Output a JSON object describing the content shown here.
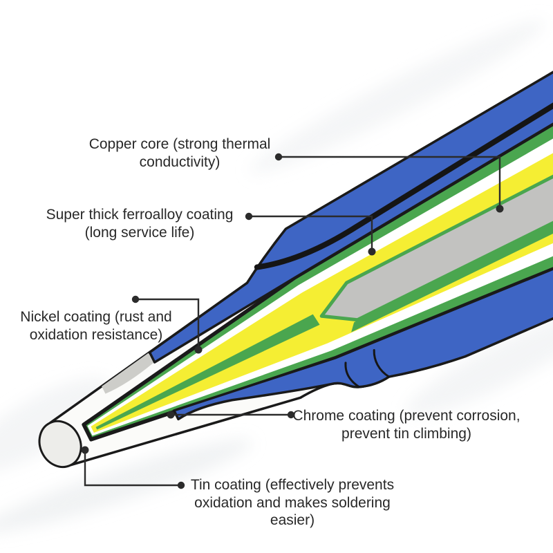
{
  "figure": {
    "subject": "Soldering iron tip cut-away coating diagram"
  },
  "colors": {
    "chrome_blue": "#3e65c4",
    "ring_green": "#4aa64f",
    "ferroalloy_yellow": "#f5ee33",
    "nickel_white": "#ffffff",
    "copper_gray": "#c2c2c0",
    "tin_white": "#fbfbf9",
    "tip_face": "#ededea",
    "cut_silver": "#cdcdc9",
    "outline": "#1a1a1a",
    "leader": "#2b2b2b",
    "text": "#282828"
  },
  "labels": {
    "copper_core": {
      "line1": "Copper core (strong thermal",
      "line2": "conductivity)"
    },
    "ferroalloy": {
      "line1": "Super thick ferroalloy coating",
      "line2": "(long service life)"
    },
    "nickel": {
      "line1": "Nickel coating (rust and",
      "line2": "oxidation resistance)"
    },
    "chrome": {
      "line1": "Chrome coating (prevent corrosion,",
      "line2": "prevent tin climbing)"
    },
    "tin": {
      "line1": "Tin coating (effectively prevents",
      "line2": "oxidation and makes soldering easier)"
    }
  }
}
